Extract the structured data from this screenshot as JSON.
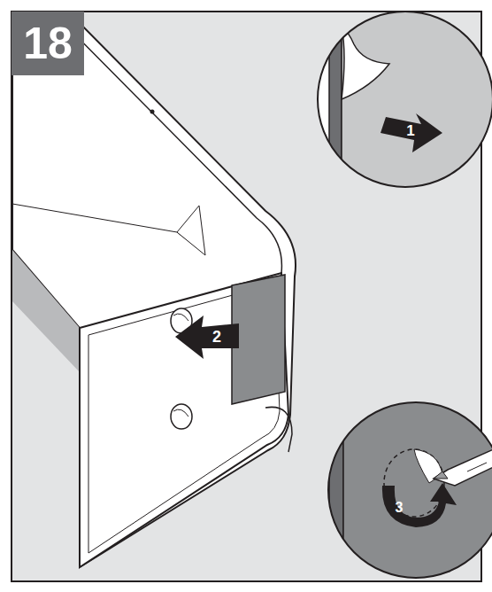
{
  "diagram": {
    "labels": [
      "18",
      "1",
      "2",
      "3"
    ]
  }
}
